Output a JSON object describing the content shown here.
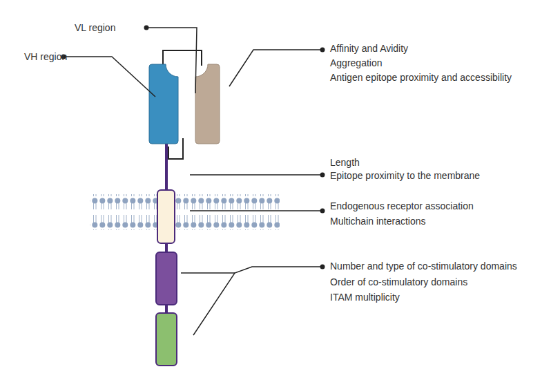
{
  "diagram": {
    "labels": [
      "VL region",
      "VH region",
      "Affinity and Avidity",
      "Aggregation",
      "Antigen epitope proximity and accessibility",
      "Length",
      "Epitope proximity to the membrane",
      "Endogenous receptor association",
      "Multichain interactions",
      "Number and type of co-stimulatory domains",
      "Order of co-stimulatory domains",
      "ITAM multiplicity"
    ]
  }
}
